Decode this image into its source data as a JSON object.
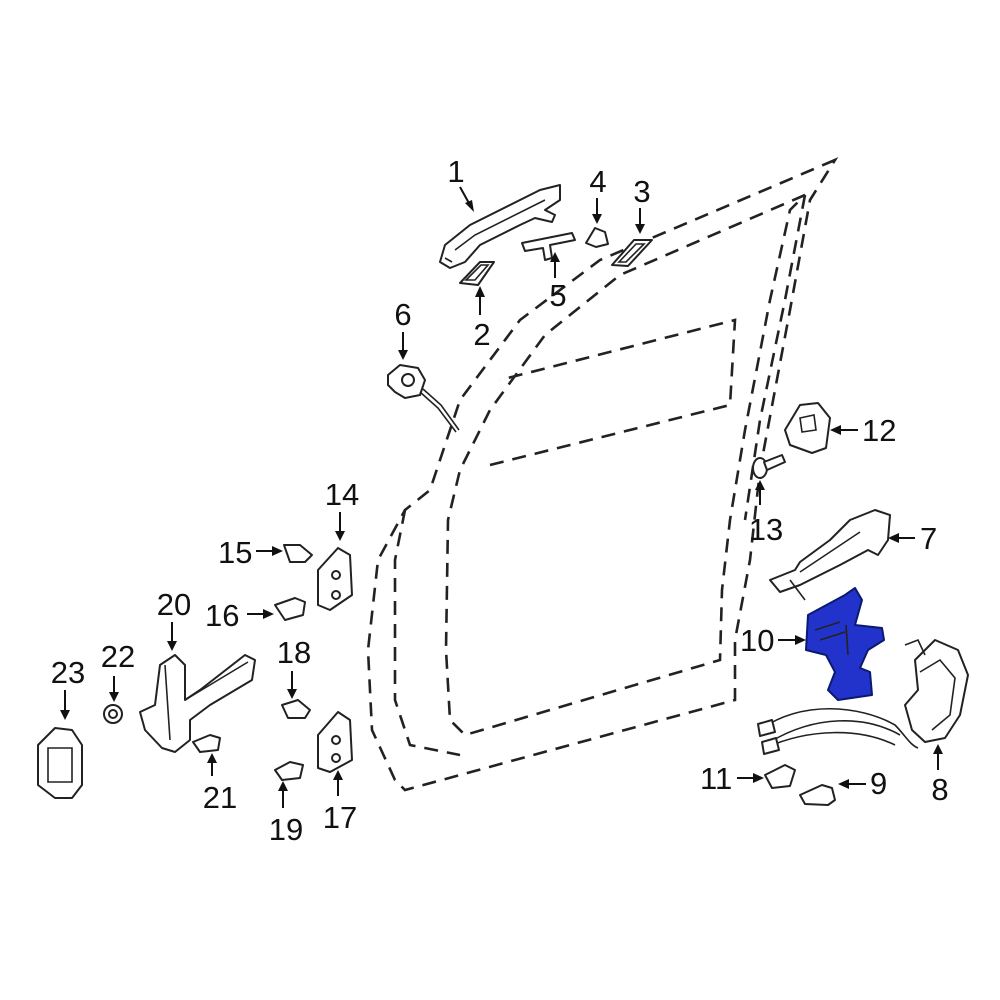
{
  "diagram": {
    "highlight_color": "#2233cc",
    "callouts": [
      {
        "id": "1",
        "label": "1"
      },
      {
        "id": "2",
        "label": "2"
      },
      {
        "id": "3",
        "label": "3"
      },
      {
        "id": "4",
        "label": "4"
      },
      {
        "id": "5",
        "label": "5"
      },
      {
        "id": "6",
        "label": "6"
      },
      {
        "id": "7",
        "label": "7"
      },
      {
        "id": "8",
        "label": "8"
      },
      {
        "id": "9",
        "label": "9"
      },
      {
        "id": "10",
        "label": "10"
      },
      {
        "id": "11",
        "label": "11"
      },
      {
        "id": "12",
        "label": "12"
      },
      {
        "id": "13",
        "label": "13"
      },
      {
        "id": "14",
        "label": "14"
      },
      {
        "id": "15",
        "label": "15"
      },
      {
        "id": "16",
        "label": "16"
      },
      {
        "id": "17",
        "label": "17"
      },
      {
        "id": "18",
        "label": "18"
      },
      {
        "id": "19",
        "label": "19"
      },
      {
        "id": "20",
        "label": "20"
      },
      {
        "id": "21",
        "label": "21"
      },
      {
        "id": "22",
        "label": "22"
      },
      {
        "id": "23",
        "label": "23"
      }
    ]
  }
}
